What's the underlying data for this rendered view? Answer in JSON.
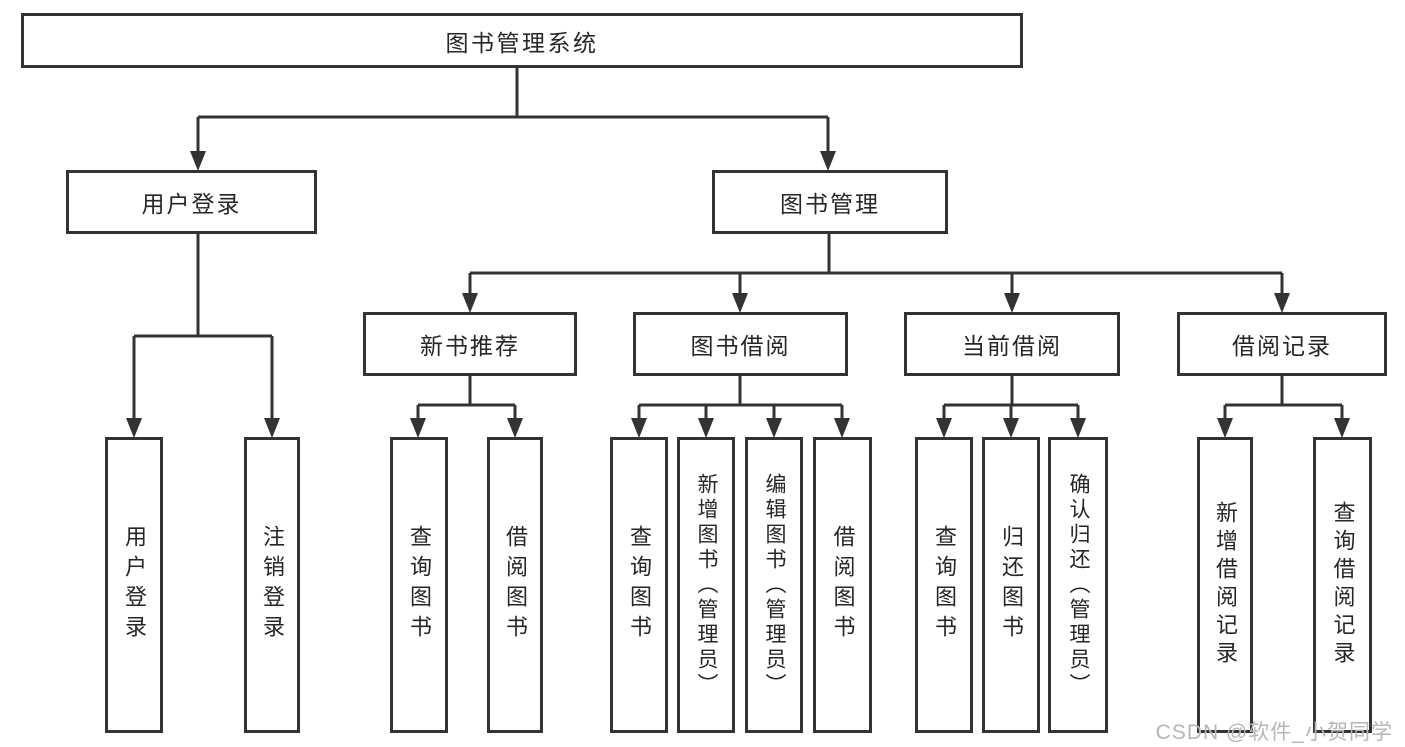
{
  "diagram_title": "图书管理系统",
  "colors": {
    "line": "#333333",
    "text": "#262626",
    "box_bg": "#ffffff",
    "watermark": "#b6b6b6"
  },
  "nodes": {
    "root": "图书管理系统",
    "level2": [
      {
        "label": "用户登录"
      },
      {
        "label": "图书管理"
      }
    ],
    "level3": [
      {
        "label": "新书推荐",
        "parent": "图书管理"
      },
      {
        "label": "图书借阅",
        "parent": "图书管理"
      },
      {
        "label": "当前借阅",
        "parent": "图书管理"
      },
      {
        "label": "借阅记录",
        "parent": "图书管理"
      }
    ],
    "leaves": [
      {
        "label": "用户登录",
        "parent": "用户登录"
      },
      {
        "label": "注销登录",
        "parent": "用户登录"
      },
      {
        "label": "查询图书",
        "parent": "新书推荐"
      },
      {
        "label": "借阅图书",
        "parent": "新书推荐"
      },
      {
        "label": "查询图书",
        "parent": "图书借阅"
      },
      {
        "label": "新增图书（管理员）",
        "parent": "图书借阅"
      },
      {
        "label": "编辑图书（管理员）",
        "parent": "图书借阅"
      },
      {
        "label": "借阅图书",
        "parent": "图书借阅"
      },
      {
        "label": "查询图书",
        "parent": "当前借阅"
      },
      {
        "label": "归还图书",
        "parent": "当前借阅"
      },
      {
        "label": "确认归还（管理员）",
        "parent": "当前借阅"
      },
      {
        "label": "新增借阅记录",
        "parent": "借阅记录"
      },
      {
        "label": "查询借阅记录",
        "parent": "借阅记录"
      }
    ]
  },
  "watermark": {
    "text": "CSDN @软件_小贺同学"
  }
}
